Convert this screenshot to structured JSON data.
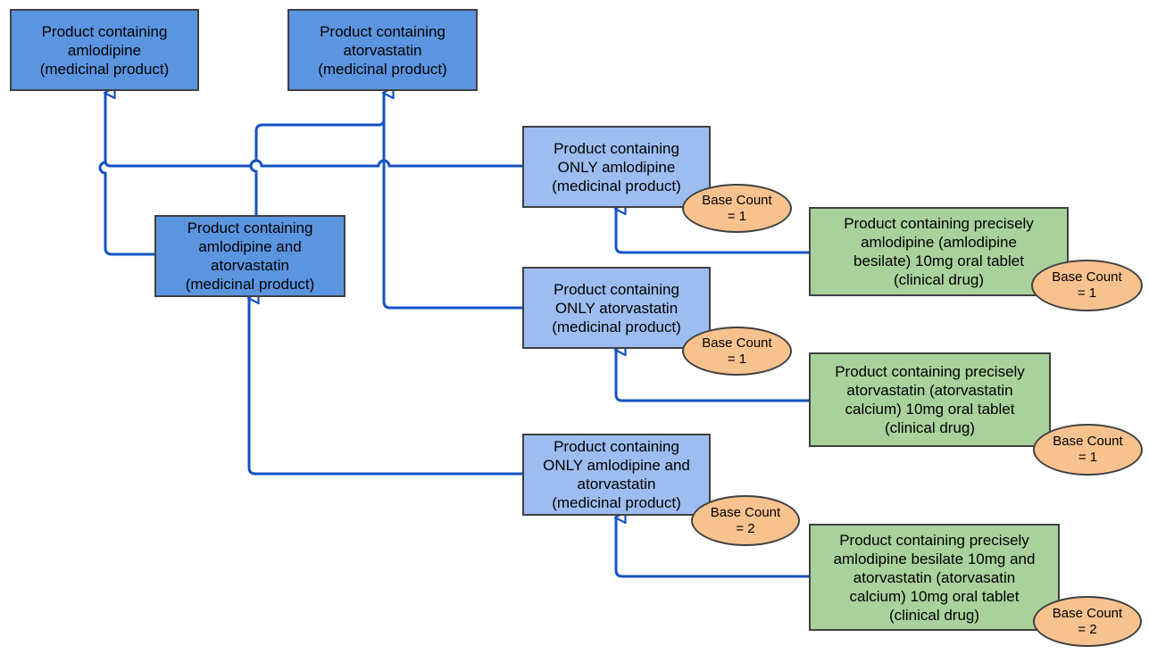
{
  "colors": {
    "general_product": "#5b95e0",
    "only_product": "#9dbdf0",
    "clinical_drug": "#a8d19c",
    "badge": "#f8c28f",
    "edge": "#1452c5",
    "border": "#404040"
  },
  "nodes": {
    "amlodipine_mp": {
      "text": "Product containing\namlodipine\n(medicinal product)"
    },
    "atorvastatin_mp": {
      "text": "Product containing\natorvastatin\n(medicinal product)"
    },
    "combo_mp": {
      "text": "Product containing\namlodipine and\natorvastatin\n(medicinal product)"
    },
    "only_amlodipine": {
      "text": "Product containing\nONLY amlodipine\n(medicinal product)",
      "badge": "Base Count\n= 1"
    },
    "only_atorvastatin": {
      "text": "Product containing\nONLY atorvastatin\n(medicinal product)",
      "badge": "Base Count\n= 1"
    },
    "only_combo": {
      "text": "Product containing\nONLY amlodipine and\natorvastatin\n(medicinal product)",
      "badge": "Base Count\n= 2"
    },
    "cd_amlodipine": {
      "text": "Product containing precisely\namlodipine (amlodipine\nbesilate) 10mg oral tablet\n(clinical drug)",
      "badge": "Base Count\n= 1"
    },
    "cd_atorvastatin": {
      "text": "Product containing precisely\natorvastatin (atorvastatin\ncalcium) 10mg oral tablet\n(clinical drug)",
      "badge": "Base Count\n= 1"
    },
    "cd_combo": {
      "text": "Product containing precisely\namlodipine besilate 10mg and\natorvastatin (atorvasatin\ncalcium) 10mg oral tablet\n(clinical drug)",
      "badge": "Base Count\n= 2"
    }
  }
}
